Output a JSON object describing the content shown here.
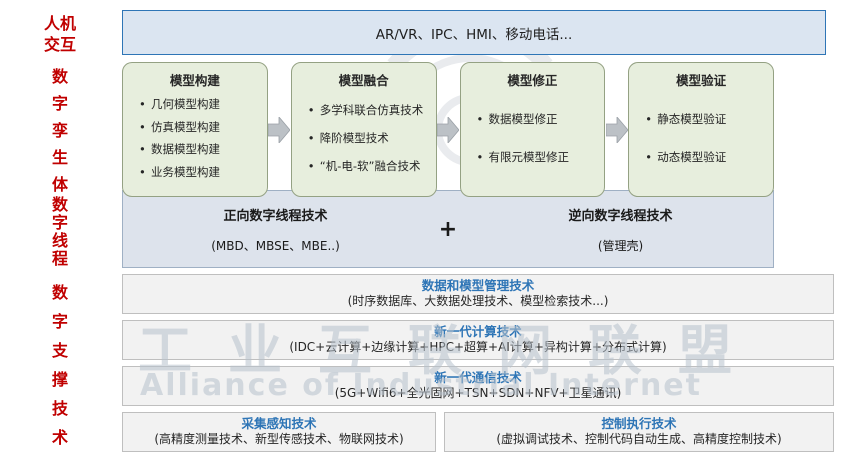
{
  "side_labels": {
    "hmi": "人机\n交互",
    "twin": "数\n字\n孪\n生\n体",
    "thread": "数\n字\n线\n程",
    "support": "数\n字\n支\n撑\n技\n术"
  },
  "top_bar": {
    "text": "AR/VR、IPC、HMI、移动电话..."
  },
  "model_boxes": [
    {
      "title": "模型构建",
      "items": [
        "几何模型构建",
        "仿真模型构建",
        "数据模型构建",
        "业务模型构建"
      ]
    },
    {
      "title": "模型融合",
      "items": [
        "多学科联合仿真技术",
        "降阶模型技术",
        "“机-电-软”融合技术"
      ]
    },
    {
      "title": "模型修正",
      "items": [
        "数据模型修正",
        "有限元模型修正"
      ]
    },
    {
      "title": "模型验证",
      "items": [
        "静态模型验证",
        "动态模型验证"
      ]
    }
  ],
  "thread_bar": {
    "forward_title": "正向数字线程技术",
    "forward_sub": "(MBD、MBSE、MBE..)",
    "plus": "+",
    "reverse_title": "逆向数字线程技术",
    "reverse_sub": "(管理壳)"
  },
  "support_bars": [
    {
      "title": "数据和模型管理技术",
      "sub": "(时序数据库、大数据处理技术、模型检索技术...)"
    },
    {
      "title": "新一代计算技术",
      "sub": "(IDC+云计算+边缘计算+HPC+超算+AI计算+异构计算+分布式计算)"
    },
    {
      "title": "新一代通信技术",
      "sub": "(5G+Wifi6+全光固网+TSN+SDN+NFV+卫星通讯)"
    }
  ],
  "bottom_boxes": [
    {
      "title": "采集感知技术",
      "sub": "(高精度测量技术、新型传感技术、物联网技术)"
    },
    {
      "title": "控制执行技术",
      "sub": "(虚拟调试技术、控制代码自动生成、高精度控制技术)"
    }
  ],
  "watermark": {
    "cn": "工业互联网联盟",
    "en": "Alliance of Industrial Internet"
  },
  "colors": {
    "accent_red": "#c00000",
    "title_blue": "#2e75b6",
    "green_fill": "#e7eedd",
    "blue_fill": "#dbe5f1",
    "thread_fill": "#dde3ec",
    "gray_fill": "#f2f2f2"
  }
}
